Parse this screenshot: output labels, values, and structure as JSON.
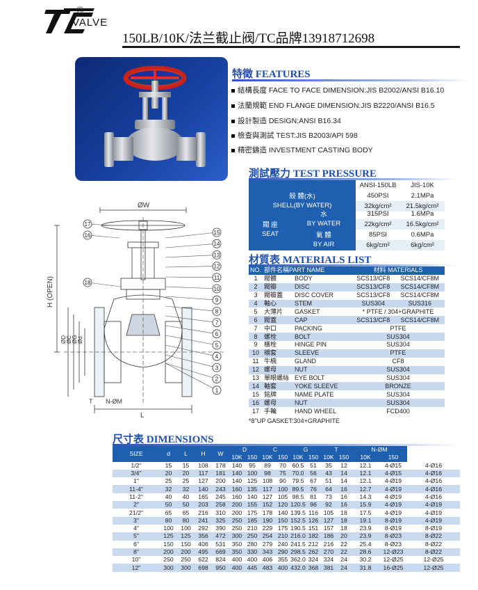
{
  "header": {
    "brand": "VALVE",
    "registered_mark": "®",
    "headline": "150LB/10K/法兰截止阀/TC品牌13918712698"
  },
  "features": {
    "title": "特徵 FEATURES",
    "items": [
      "結構長度 FACE TO FACE DIMENSION:JIS B2002/ANSI B16.10",
      "法蘭規範 END FLANGE DIMENSION:JIS B2220/ANSI B16.5",
      "設計製造 DESIGN:ANSI B16.34",
      "檢查與測試 TEST:JIS B2003/API 598",
      "精密鑄造 INVESTMENT CASTING BODY"
    ]
  },
  "test_pressure": {
    "title": "測試壓力 TEST PRESSURE",
    "col_ansi": "ANSI-150LB",
    "col_jis": "JIS-10K",
    "shell_label": "殼 體(水)",
    "shell_label_en": "SHELL(BY WATER)",
    "shell_rows": [
      [
        "450PSI",
        "2.1MPa"
      ],
      [
        "32kg/cm²",
        "21.5kg/cm²"
      ]
    ],
    "seat_label": "閥 座",
    "seat_label_en": "SEAT",
    "water_label": "水",
    "water_label_en": "BY WATER",
    "water_rows": [
      [
        "315PSI",
        "1.6MPa"
      ],
      [
        "22kg/cm²",
        "16.5kg/cm²"
      ]
    ],
    "air_label": "氣 體",
    "air_label_en": "BY AIR",
    "air_rows": [
      [
        "85PSI",
        "0.6MPa"
      ],
      [
        "6kg/cm²",
        "6kg/cm²"
      ]
    ]
  },
  "materials": {
    "title": "材質表 MATERIALS LIST",
    "header": {
      "no": "NO.",
      "part": "部件名稱PART NAME",
      "mat": "材料 MATERIALS"
    },
    "rows": [
      {
        "no": "1",
        "zh": "閥體",
        "en": "BODY",
        "m1": "SCS13/CF8",
        "m2": "SCS14/CF8M"
      },
      {
        "no": "2",
        "zh": "閥瓣",
        "en": "DISC",
        "m1": "SCS13/CF8",
        "m2": "SCS14/CF8M"
      },
      {
        "no": "3",
        "zh": "閥瓣蓋",
        "en": "DISC COVER",
        "m1": "SCS13/CF8",
        "m2": "SCS14/CF8M"
      },
      {
        "no": "4",
        "zh": "軸心",
        "en": "STEM",
        "m1": "SUS304",
        "m2": "SUS316"
      },
      {
        "no": "5",
        "zh": "大薄片",
        "en": "GASKET",
        "m": "* PTFE / 304+GRAPHITE"
      },
      {
        "no": "6",
        "zh": "閥蓋",
        "en": "CAP",
        "m1": "SCS13/CF8",
        "m2": "SCS14/CF8M"
      },
      {
        "no": "7",
        "zh": "中口",
        "en": "PACKING",
        "m": "PTFE"
      },
      {
        "no": "8",
        "zh": "螺栓",
        "en": "BOLT",
        "m": "SUS304"
      },
      {
        "no": "9",
        "zh": "橫栓",
        "en": "HINGE PIN",
        "m": "SUS304"
      },
      {
        "no": "10",
        "zh": "襯套",
        "en": "SLEEVE",
        "m": "PTFE"
      },
      {
        "no": "11",
        "zh": "牛楠",
        "en": "GLAND",
        "m": "CF8"
      },
      {
        "no": "12",
        "zh": "螺母",
        "en": "NUT",
        "m": "SUS304"
      },
      {
        "no": "13",
        "zh": "單眼螺絲",
        "en": "EYE BOLT",
        "m": "SUS304"
      },
      {
        "no": "14",
        "zh": "軸套",
        "en": "YOKE SLEEVE",
        "m": "BRONZE"
      },
      {
        "no": "15",
        "zh": "銘牌",
        "en": "NAME PLATE",
        "m": "SUS304"
      },
      {
        "no": "16",
        "zh": "螺母",
        "en": "NUT",
        "m": "SUS304"
      },
      {
        "no": "17",
        "zh": "手輪",
        "en": "HAND WHEEL",
        "m": "FCD400"
      }
    ],
    "note": "*8\"UP GASKET:304+GRAPHITE"
  },
  "diagram": {
    "top_label": "ØW",
    "side_label": "H (OPEN)",
    "left_labels": [
      "ØD",
      "ØC",
      "ØG",
      "Ød"
    ],
    "bottom_label": "L",
    "t_label": "T",
    "bolt_label": "N-ØM",
    "callouts_left": [
      "17",
      "16",
      "18"
    ],
    "callouts_right": [
      "15",
      "14",
      "13",
      "12",
      "11",
      "10",
      "9",
      "8",
      "7",
      "6",
      "5",
      "4",
      "3",
      "2",
      "1"
    ]
  },
  "dimensions": {
    "title": "尺寸表 DIMENSIONS",
    "headers": {
      "size": "SIZE",
      "d": "d",
      "L": "L",
      "H": "H",
      "W": "W",
      "D": "D",
      "C": "C",
      "G": "G",
      "T": "T",
      "NM": "N-ØM"
    },
    "sub": [
      "10K",
      "150"
    ],
    "rows": [
      [
        "1/2\"",
        "15",
        "15",
        "108",
        "178",
        "140",
        "95",
        "89",
        "70",
        "60.5",
        "51",
        "35",
        "12",
        "12.1",
        "4-Ø15",
        "4-Ø16"
      ],
      [
        "3/4\"",
        "20",
        "20",
        "117",
        "181",
        "140",
        "100",
        "98",
        "75",
        "70.0",
        "56",
        "43",
        "14",
        "12.1",
        "4-Ø15",
        "4-Ø16"
      ],
      [
        "1\"",
        "25",
        "25",
        "127",
        "200",
        "140",
        "125",
        "108",
        "90",
        "79.5",
        "67",
        "51",
        "14",
        "12.1",
        "4-Ø19",
        "4-Ø16"
      ],
      [
        "11-4\"",
        "32",
        "32",
        "140",
        "243",
        "160",
        "135",
        "117",
        "100",
        "89.5",
        "76",
        "64",
        "16",
        "12.7",
        "4-Ø19",
        "4-Ø16"
      ],
      [
        "11-2\"",
        "40",
        "40",
        "165",
        "245",
        "160",
        "140",
        "127",
        "105",
        "98.5",
        "81",
        "73",
        "16",
        "14.3",
        "4-Ø19",
        "4-Ø16"
      ],
      [
        "2\"",
        "50",
        "50",
        "203",
        "258",
        "200",
        "155",
        "152",
        "120",
        "120.5",
        "96",
        "92",
        "16",
        "15.9",
        "4-Ø19",
        "4-Ø19"
      ],
      [
        "21/2\"",
        "65",
        "65",
        "216",
        "310",
        "200",
        "175",
        "178",
        "140",
        "139.5",
        "116",
        "105",
        "18",
        "17.5",
        "4-Ø19",
        "4-Ø19"
      ],
      [
        "3\"",
        "80",
        "80",
        "241",
        "325",
        "250",
        "185",
        "190",
        "150",
        "152.5",
        "126",
        "127",
        "18",
        "19.1",
        "8-Ø19",
        "4-Ø19"
      ],
      [
        "4\"",
        "100",
        "100",
        "292",
        "390",
        "250",
        "210",
        "229",
        "175",
        "190.5",
        "151",
        "157",
        "18",
        "23.9",
        "8-Ø19",
        "8-Ø19"
      ],
      [
        "5\"",
        "125",
        "125",
        "356",
        "472",
        "300",
        "250",
        "254",
        "210",
        "216.0",
        "182",
        "186",
        "20",
        "23.9",
        "8-Ø23",
        "8-Ø22"
      ],
      [
        "6\"",
        "150",
        "150",
        "406",
        "531",
        "350",
        "280",
        "279",
        "240",
        "241.5",
        "212",
        "216",
        "22",
        "25.4",
        "8-Ø23",
        "8-Ø22"
      ],
      [
        "8\"",
        "200",
        "200",
        "495",
        "669",
        "350",
        "330",
        "343",
        "290",
        "298.5",
        "262",
        "270",
        "22",
        "28.6",
        "12-Ø23",
        "8-Ø22"
      ],
      [
        "10\"",
        "250",
        "250",
        "622",
        "824",
        "400",
        "400",
        "406",
        "355",
        "362.0",
        "324",
        "324",
        "24",
        "30.2",
        "12-Ø25",
        "12-Ø25"
      ],
      [
        "12\"",
        "300",
        "300",
        "698",
        "950",
        "400",
        "445",
        "483",
        "400",
        "432.0",
        "368",
        "381",
        "24",
        "31.8",
        "16-Ø25",
        "12-Ø25"
      ]
    ]
  }
}
